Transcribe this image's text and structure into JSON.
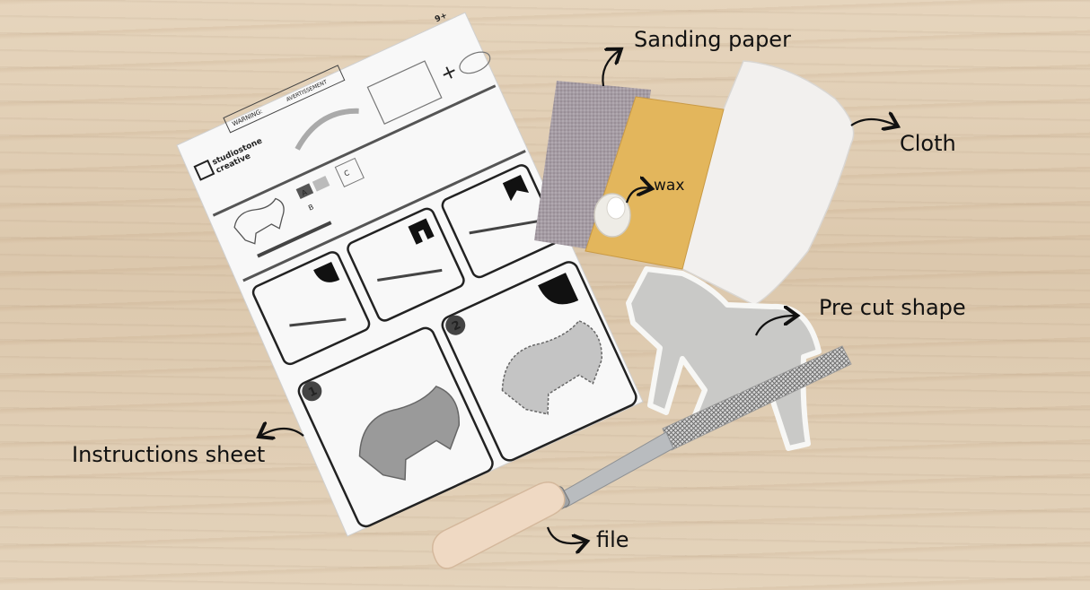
{
  "labels": {
    "sanding_paper": "Sanding paper",
    "cloth": "Cloth",
    "wax": "wax",
    "pre_cut_shape": "Pre cut shape",
    "instructions_sheet": "Instructions sheet",
    "file": "file"
  },
  "sheet": {
    "brand_line1": "studiostone",
    "brand_line2": "creative",
    "age": "9+",
    "warning": "WARNING:",
    "avertissement": "AVERTISSEMENT",
    "part_a": "A",
    "part_b": "B",
    "part_c": "C",
    "step1": "1",
    "step2": "2"
  },
  "colors": {
    "wood": "#e2d1b9",
    "sandpaper_gray": "#a79ea5",
    "sandpaper_yellow": "#e3b65c",
    "cloth": "#f2f0ee",
    "stone": "#c9c9c7",
    "file_handle": "#efd9c3",
    "ink": "#111111"
  }
}
